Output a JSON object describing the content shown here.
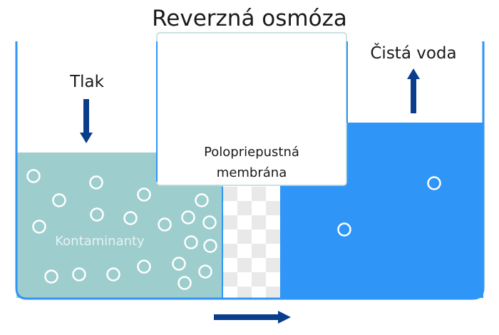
{
  "title": "Reverzná osmóza",
  "labels": {
    "pressure": "Tlak",
    "clean_water": "Čistá voda",
    "membrane_line1": "Polopriepustná",
    "membrane_line2": "membrána",
    "contaminants": "Kontaminanty"
  },
  "colors": {
    "contaminated_water": "#9ecdcd",
    "clean_water": "#2f95f7",
    "container_outline": "#2f95f7",
    "arrow": "#0a3d8c",
    "membrane_checker_light": "#e9e9e9",
    "membrane_checker_white": "#ffffff"
  },
  "icons": [
    "pressure-arrow-down-icon",
    "clean-water-arrow-up-icon",
    "flow-arrow-right-icon"
  ]
}
